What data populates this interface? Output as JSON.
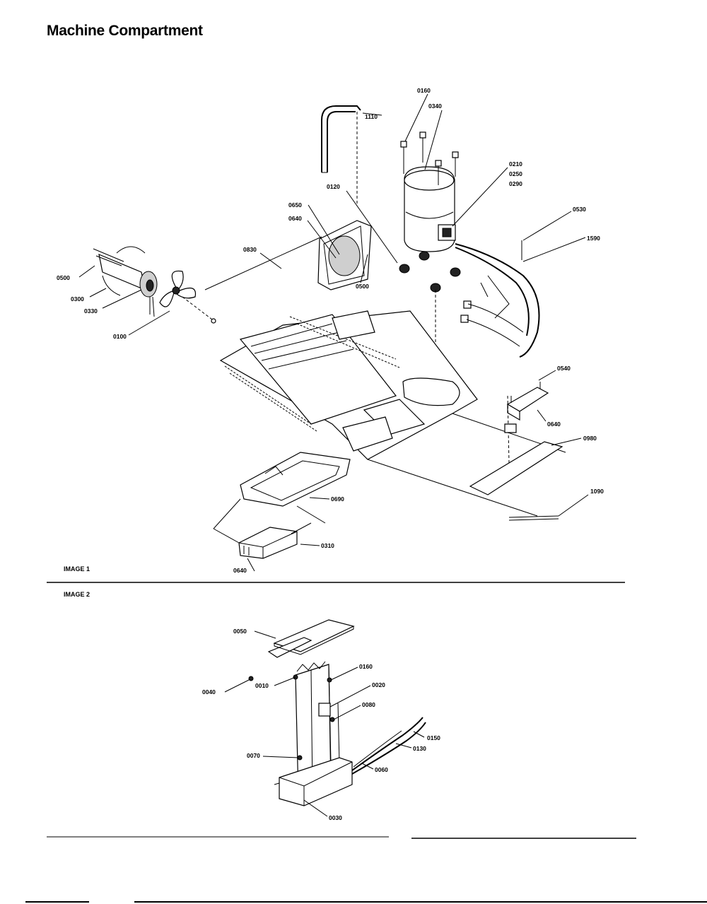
{
  "page": {
    "title": "Machine Compartment"
  },
  "image1": {
    "label": "IMAGE 1",
    "callouts": {
      "c1110": "1110",
      "c0160": "0160",
      "c0340a": "0340",
      "c0210": "0210",
      "c0250": "0250",
      "c0290": "0290",
      "c0120": "0120",
      "c0650": "0650",
      "c0640a": "0640",
      "c0830": "0830",
      "c0500a": "0500",
      "c0500b": "0500",
      "c0300": "0300",
      "c0330": "0330",
      "c0100": "0100",
      "c0530": "0530",
      "c1590": "1590",
      "c0540a": "0540",
      "c0640b": "0640",
      "c0980": "0980",
      "c1090": "1090",
      "c0690": "0690",
      "c0310": "0310",
      "c0640c": "0640"
    }
  },
  "image2": {
    "label": "IMAGE 2",
    "callouts": {
      "c0050": "0050",
      "c0040": "0040",
      "c0010": "0010",
      "c0160": "0160",
      "c0020": "0020",
      "c0080": "0080",
      "c0070": "0070",
      "c0150": "0150",
      "c0130": "0130",
      "c0060": "0060",
      "c0030": "0030"
    }
  }
}
